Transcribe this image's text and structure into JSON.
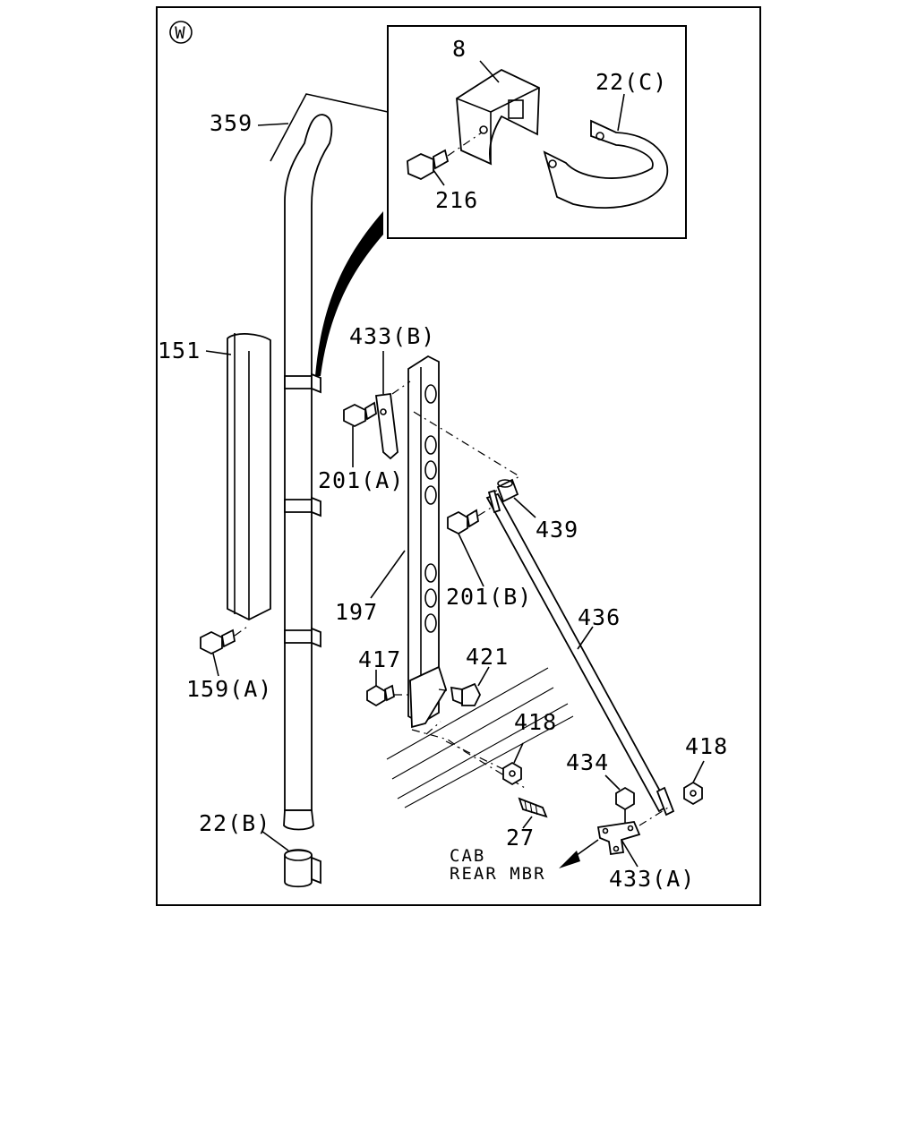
{
  "diagram": {
    "section_mark": "W",
    "labels": {
      "p8": "8",
      "p22c": "22(C)",
      "p216": "216",
      "p359": "359",
      "p151": "151",
      "p433b": "433(B)",
      "p201a": "201(A)",
      "p439": "439",
      "p201b": "201(B)",
      "p197": "197",
      "p436": "436",
      "p159a": "159(A)",
      "p417": "417",
      "p421": "421",
      "p418a": "418",
      "p418b": "418",
      "p434": "434",
      "p22b": "22(B)",
      "p27": "27",
      "p433a": "433(A)"
    },
    "note": {
      "line1": "CAB",
      "line2": "REAR MBR"
    }
  }
}
